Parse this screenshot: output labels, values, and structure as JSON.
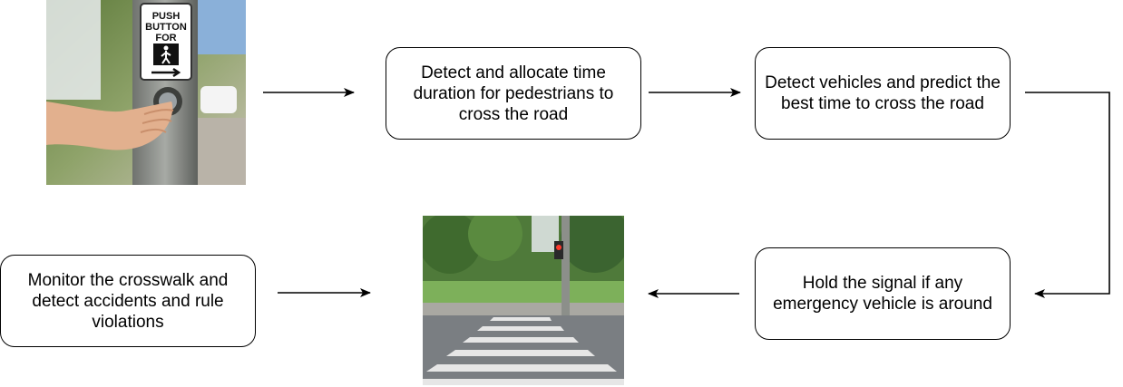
{
  "nodes": {
    "detect_pedestrians": "Detect and allocate time duration for pedestrians to cross the road",
    "detect_vehicles": "Detect vehicles and predict the best time to cross the road",
    "hold_signal": "Hold the signal if any emergency vehicle is around",
    "monitor_crosswalk": "Monitor the crosswalk and detect accidents and rule violations"
  },
  "images": {
    "push_button_sign": {
      "line1": "PUSH",
      "line2": "BUTTON",
      "line3": "FOR"
    }
  },
  "edges": [
    {
      "from": "push-button-photo",
      "to": "detect_pedestrians"
    },
    {
      "from": "detect_pedestrians",
      "to": "detect_vehicles"
    },
    {
      "from": "detect_vehicles",
      "to": "hold_signal"
    },
    {
      "from": "hold_signal",
      "to": "crosswalk-photo"
    },
    {
      "from": "monitor_crosswalk",
      "to": "crosswalk-photo"
    }
  ],
  "colors": {
    "stroke": "#000000",
    "background": "#ffffff"
  }
}
